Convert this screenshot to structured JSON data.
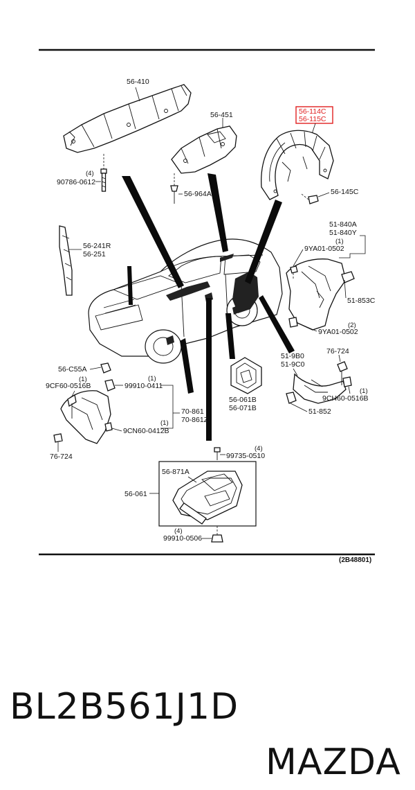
{
  "diagram_code": "(2B48801)",
  "part_number": "BL2B561J1D",
  "brand": "MAZDA",
  "highlight_color": "#e02020",
  "labels": {
    "p56_410": "56-410",
    "p56_451": "56-451",
    "p56_114c": "56-114C",
    "p56_115c": "56-115C",
    "p90786": "90786-0612",
    "q90786": "(4)",
    "p56_964a": "56-964A",
    "p56_145c": "56-145C",
    "p56_241r": "56-241R",
    "p56_251": "56-251",
    "p51_840a": "51-840A",
    "p51_840y": "51-840Y",
    "q9ya01a": "(1)",
    "p9ya01a": "9YA01-0502",
    "p51_853c": "51-853C",
    "q9ya01b": "(2)",
    "p9ya01b": "9YA01-0502",
    "p56_c55a": "56-C55A",
    "q9cf60": "(1)",
    "p9cf60": "9CF60-0516B",
    "q99910a": "(1)",
    "p99910a": "99910-0411",
    "p70_861": "70-861",
    "p70_861z": "70-861Z",
    "q9cn60": "(1)",
    "p9cn60": "9CN60-0412B",
    "p76_724a": "76-724",
    "p56_061b": "56-061B",
    "p56_071b": "56-071B",
    "p51_9b0": "51-9B0",
    "p51_9c0": "51-9C0",
    "p76_724b": "76-724",
    "q9ch60": "(1)",
    "p9ch60": "9CH60-0516B",
    "p51_852": "51-852",
    "q99735": "(4)",
    "p99735": "99735-0510",
    "p56_871a": "56-871A",
    "p56_061": "56-061",
    "q99910b": "(4)",
    "p99910b": "99910-0506"
  }
}
